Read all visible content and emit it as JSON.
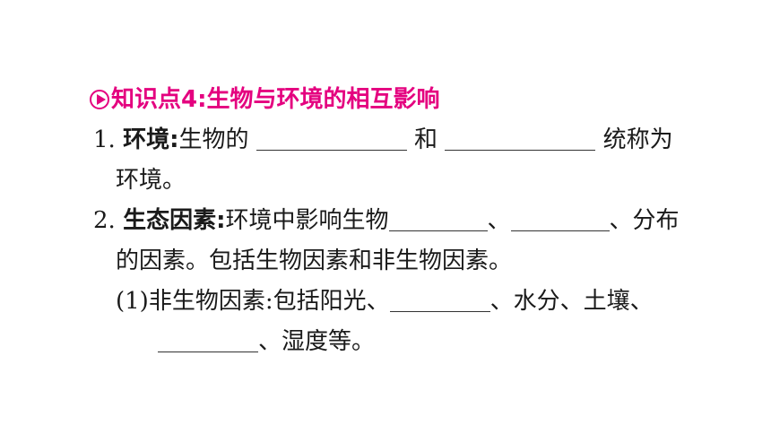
{
  "heading": {
    "text": "知识点4:生物与环境的相互影响"
  },
  "item1": {
    "number": "1.",
    "term": "环境:",
    "part1": "生物的",
    "part2": "和",
    "part3": "统称为",
    "part4": "环境。"
  },
  "item2": {
    "number": "2.",
    "term": "生态因素:",
    "part1": "环境中影响生物",
    "sep1": "、",
    "part2": "、分布",
    "part3": "的因素。包括生物因素和非生物因素。"
  },
  "item2_sub1": {
    "label": "(1)",
    "text1": "非生物因素:包括阳光、",
    "text2": "、水分、土壤、",
    "text3": "、湿度等。"
  },
  "colors": {
    "heading": "#e4007f",
    "text": "#1a1a1a"
  }
}
